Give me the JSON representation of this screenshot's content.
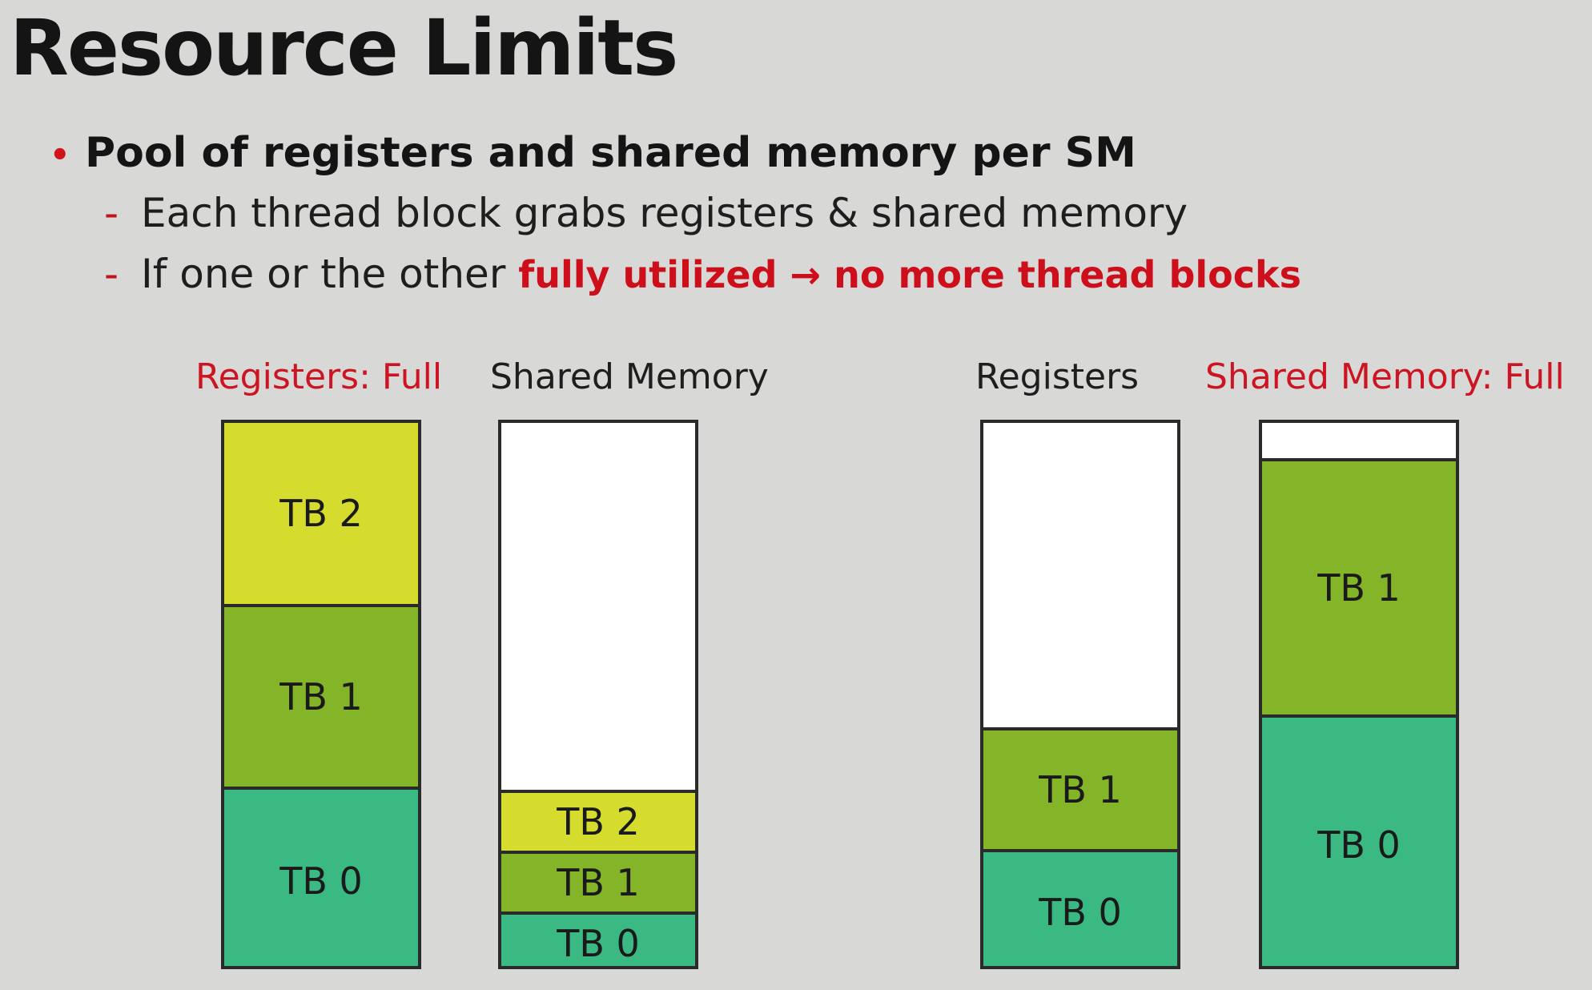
{
  "title": "Resource Limits",
  "bullet": {
    "marker": "•",
    "text": "Pool of registers and shared memory per SM"
  },
  "subpoints": [
    {
      "marker": "-",
      "text": "Each thread block grabs registers & shared memory"
    },
    {
      "marker": "-",
      "text_plain": "If one or the other ",
      "text_emphasis": "fully utilized → no more thread blocks"
    }
  ],
  "colors": {
    "emphasis": "#cc0f1a",
    "tb0": "#3bb982",
    "tb1": "#84b428",
    "tb2": "#d5dc2e"
  },
  "diagrams": [
    {
      "label": "Registers: Full",
      "full": true,
      "blocks": [
        {
          "label": "TB 2"
        },
        {
          "label": "TB 1"
        },
        {
          "label": "TB 0"
        }
      ]
    },
    {
      "label": "Shared Memory",
      "full": false,
      "blocks": [
        {
          "label": "TB 2"
        },
        {
          "label": "TB 1"
        },
        {
          "label": "TB 0"
        }
      ]
    },
    {
      "label": "Registers",
      "full": false,
      "blocks": [
        {
          "label": "TB 1"
        },
        {
          "label": "TB 0"
        }
      ]
    },
    {
      "label": "Shared Memory: Full",
      "full": true,
      "blocks": [
        {
          "label": "TB 1"
        },
        {
          "label": "TB 0"
        }
      ]
    }
  ]
}
